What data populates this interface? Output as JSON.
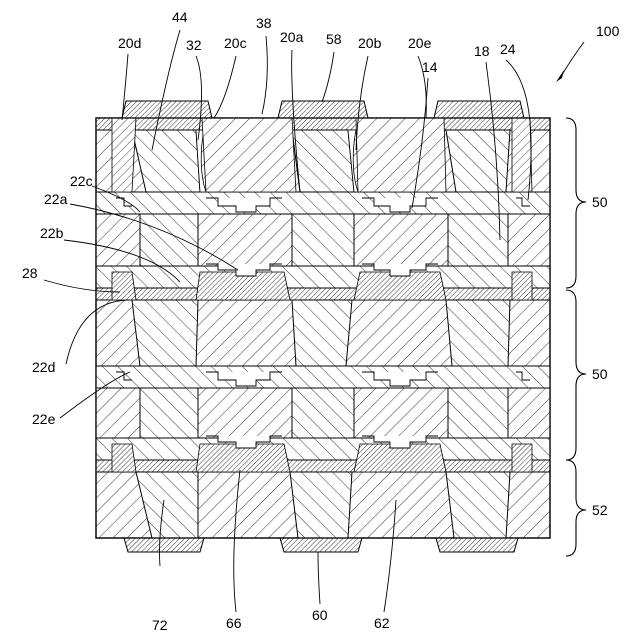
{
  "labels": {
    "figure_ref": "100",
    "l_20d": "20d",
    "l_44": "44",
    "l_32": "32",
    "l_20c": "20c",
    "l_38": "38",
    "l_20a": "20a",
    "l_58": "58",
    "l_20b": "20b",
    "l_20e": "20e",
    "l_14": "14",
    "l_18": "18",
    "l_24": "24",
    "l_22c": "22c",
    "l_22a": "22a",
    "l_22b": "22b",
    "l_28": "28",
    "l_22d": "22d",
    "l_22e": "22e",
    "l_50_upper": "50",
    "l_50_lower": "50",
    "l_52": "52",
    "l_72": "72",
    "l_66": "66",
    "l_60": "60",
    "l_62": "62"
  }
}
